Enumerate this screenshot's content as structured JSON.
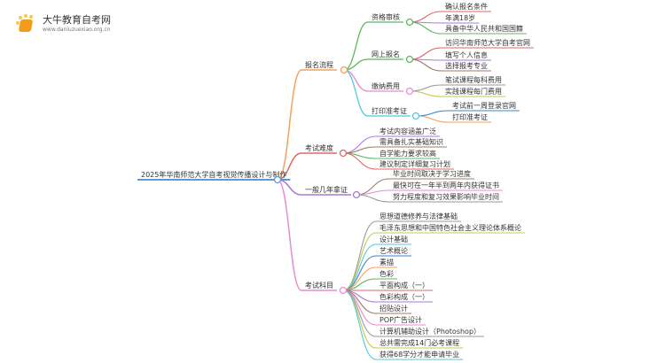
{
  "logo": {
    "name": "大牛教育自考网",
    "url": "www.daniuzuexiao.org.cn"
  },
  "root": {
    "label": "2025年华南师范大学自考视觉传播设计与制作",
    "color": "#5b9bd5",
    "children": [
      {
        "label": "报名流程",
        "color": "#f6a05a",
        "children": [
          {
            "label": "资格审核",
            "color": "#5cb85c",
            "children": [
              {
                "label": "确认报名条件",
                "color": "#e06666"
              },
              {
                "label": "年满18岁",
                "color": "#a779d8"
              },
              {
                "label": "具备中华人民共和国国籍",
                "color": "#5cb85c"
              }
            ]
          },
          {
            "label": "网上报名",
            "color": "#5cb85c",
            "children": [
              {
                "label": "访问华南师范大学自考官网",
                "color": "#e06666"
              },
              {
                "label": "填写个人信息",
                "color": "#a779d8"
              },
              {
                "label": "选择报考专业",
                "color": "#a0786a"
              }
            ]
          },
          {
            "label": "缴纳费用",
            "color": "#e88bd3",
            "children": [
              {
                "label": "笔试课程每科费用",
                "color": "#999999"
              },
              {
                "label": "实践课程每门费用",
                "color": "#c8c84a"
              }
            ]
          },
          {
            "label": "打印准考证",
            "color": "#4fc9dc",
            "children": [
              {
                "label": "考试前一周登录官网",
                "color": "#3f86c4"
              },
              {
                "label": "打印准考证",
                "color": "#f6a05a"
              }
            ]
          }
        ]
      },
      {
        "label": "考试难度",
        "color": "#e06666",
        "children": [
          {
            "label": "考试内容涵盖广泛",
            "color": "#a779d8"
          },
          {
            "label": "需具备扎实基础知识",
            "color": "#a0786a"
          },
          {
            "label": "自学能力要求较高",
            "color": "#5cb85c"
          },
          {
            "label": "建议制定详细复习计划",
            "color": "#e06666"
          }
        ]
      },
      {
        "label": "一般几年拿证",
        "color": "#a779d8",
        "children": [
          {
            "label": "毕业时间取决于学习进度",
            "color": "#a0786a"
          },
          {
            "label": "最快可在一年半到两年内获得证书",
            "color": "#e88bd3"
          },
          {
            "label": "努力程度和复习效果影响毕业时间",
            "color": "#999999"
          }
        ]
      },
      {
        "label": "考试科目",
        "color": "#e88bd3",
        "children": [
          {
            "label": "思想道德修养与法律基础",
            "color": "#999999"
          },
          {
            "label": "毛泽东思想和中国特色社会主义理论体系概论",
            "color": "#c8c84a"
          },
          {
            "label": "设计基础",
            "color": "#4fc9dc"
          },
          {
            "label": "艺术概论",
            "color": "#3f86c4"
          },
          {
            "label": "素描",
            "color": "#f6a05a"
          },
          {
            "label": "色彩",
            "color": "#5cb85c"
          },
          {
            "label": "平面构成（一）",
            "color": "#e06666"
          },
          {
            "label": "色彩构成（一）",
            "color": "#a779d8"
          },
          {
            "label": "招贴设计",
            "color": "#a0786a"
          },
          {
            "label": "POP广告设计",
            "color": "#e88bd3"
          },
          {
            "label": "计算机辅助设计（Photoshop）",
            "color": "#999999"
          },
          {
            "label": "总共需完成14门必考课程",
            "color": "#c8c84a"
          },
          {
            "label": "获得68学分才能申请毕业",
            "color": "#4fc9dc"
          }
        ]
      }
    ]
  }
}
